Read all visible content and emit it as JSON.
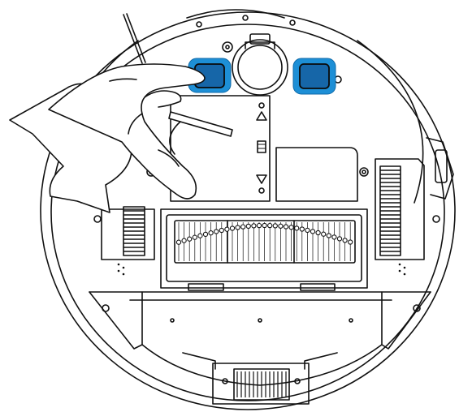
{
  "figure": {
    "subject": "robot-vacuum-underside",
    "highlight_color": "#1d8fd6",
    "sensor_color": "#1666a8",
    "line_color": "#111111",
    "highlighted_parts": [
      "left-cliff-sensor",
      "right-cliff-sensor"
    ],
    "action": "wipe-sensors-with-cloth"
  }
}
